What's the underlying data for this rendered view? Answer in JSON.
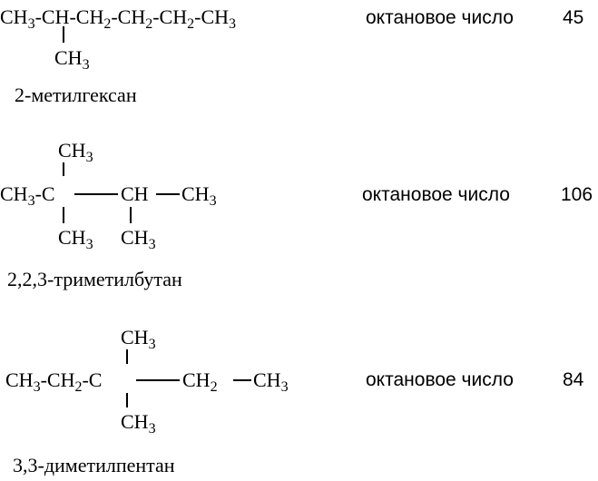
{
  "compounds": [
    {
      "main_chain": [
        "CH",
        "3",
        "-CH-CH",
        "2",
        "-CH",
        "2",
        "-CH",
        "2",
        "-CH",
        "3"
      ],
      "substituent": [
        "CH",
        "3"
      ],
      "name": "2-метилгексан",
      "octane_label": "октановое число",
      "octane_value": "45"
    },
    {
      "top_substituent": [
        "CH",
        "3"
      ],
      "left_group": [
        "CH",
        "3",
        "-C"
      ],
      "middle_group": "CH",
      "right_group": [
        "CH",
        "3"
      ],
      "bottom_left_substituent": [
        "CH",
        "3"
      ],
      "bottom_right_substituent": [
        "CH",
        "3"
      ],
      "name": "2,2,3-триметилбутан",
      "octane_label": "октановое число",
      "octane_value": "106"
    },
    {
      "top_substituent": [
        "CH",
        "3"
      ],
      "left_group": [
        "CH",
        "3",
        "-CH",
        "2",
        "-C"
      ],
      "middle_group": [
        "CH",
        "2"
      ],
      "right_group": [
        "CH",
        "3"
      ],
      "bottom_substituent": [
        "CH",
        "3"
      ],
      "name": "3,3-диметилпентан",
      "octane_label": "октановое число",
      "octane_value": "84"
    }
  ]
}
